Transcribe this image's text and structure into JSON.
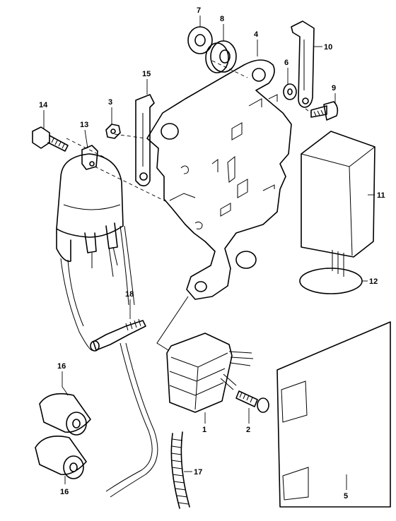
{
  "callouts": {
    "c1": "1",
    "c2": "2",
    "c3": "3",
    "c4": "4",
    "c5": "5",
    "c6": "6",
    "c7": "7",
    "c8": "8",
    "c9": "9",
    "c10": "10",
    "c11": "11",
    "c12": "12",
    "c13": "13",
    "c14": "14",
    "c15": "15",
    "c16a": "16",
    "c16b": "16",
    "c17": "17",
    "c18": "18"
  }
}
